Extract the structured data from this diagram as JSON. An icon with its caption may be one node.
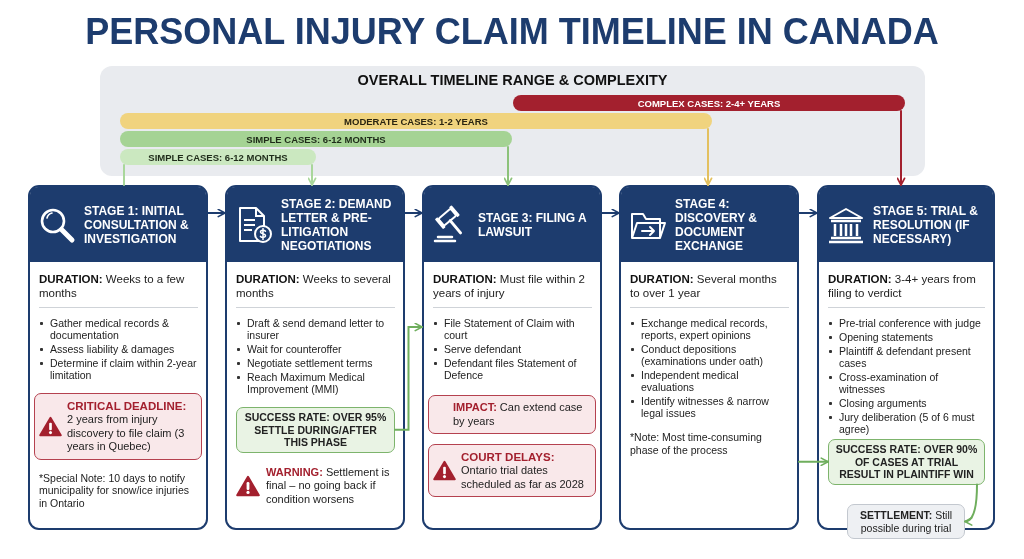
{
  "diagram": {
    "title": "PERSONAL INJURY CLAIM TIMELINE IN CANADA",
    "nodes": [
      {
        "text": [
          "OVERALL TIMELINE RANGE & COMPLEXITY"
        ]
      },
      {
        "text": [
          "SIMPLE CASES: 6-12 MONTHS"
        ],
        "in": 0
      },
      {
        "text": [
          "COMPLEX CASES: 2-4+ YEARS"
        ],
        "in": 0
      },
      {
        "text": [
          "MODERATE CASES: 1-2 YEARS"
        ],
        "in": 0
      },
      {
        "text": [
          "SIMPLE CASES: 6-12 MONTHS"
        ],
        "in": 0
      },
      {
        "text": [
          "STAGE 1: INITIAL CONSULTATION & INVESTIGATION",
          "**DURATION:** Weeks to a few months",
          "Gather medical records & documentation",
          "Assess liability & damages",
          "Determine if claim within 2-year limitation",
          "*Special Note: 10 days to notify municipality for snow/ice injuries in Ontario"
        ]
      },
      {
        "text": [
          "CRITICAL DEADLINE:",
          "2 years from injury discovery to file claim (3 years in Quebec)"
        ],
        "in": 5
      },
      {
        "text": [
          "STAGE 2: DEMAND LETTER & PRE-LITIGATION NEGOTIATIONS",
          "**DURATION:** Weeks to several months",
          "Draft & send demand letter to insurer",
          "Wait for counteroffer",
          "Negotiate settlement terms",
          "Reach Maximum Medical Improvement (MMI)",
          "**WARNING:** Settlement is final – no going back if condition worsens"
        ]
      },
      {
        "text": [
          "SUCCESS RATE: OVER 95% SETTLE DURING/AFTER THIS PHASE"
        ],
        "in": 7
      },
      {
        "text": [
          "STAGE 3: FILING A LAWSUIT",
          "**DURATION:** Must file within 2 years of injury",
          "File Statement of Claim with court",
          "Serve defendant",
          "Defendant files Statement of Defence"
        ]
      },
      {
        "text": [
          "**IMPACT:** Can extend case by years"
        ],
        "in": 9
      },
      {
        "text": [
          "COURT DELAYS:",
          "Ontario trial dates scheduled as far as 2028"
        ],
        "in": 9
      },
      {
        "text": [
          "STAGE 4: DISCOVERY & DOCUMENT EXCHANGE",
          "**DURATION:** Several months to over 1 year",
          "Exchange medical records, reports, expert opinions",
          "Conduct depositions (examinations under oath)",
          "Independent medical evaluations",
          "Identify witnesses & narrow legal issues",
          "*Note: Most time-consuming phase of the process"
        ]
      },
      {
        "text": [
          "STAGE 5: TRIAL & RESOLUTION (IF NECESSARY)",
          "**DURATION:** 3-4+ years from filing to verdict",
          "Pre-trial conference with judge",
          "Opening statements",
          "Plaintiff & defendant present cases",
          "Cross-examination of witnesses",
          "Closing arguments",
          "Jury deliberation (5 of 6 must agree)"
        ]
      },
      {
        "text": [
          "SUCCESS RATE: OVER 90% OF CASES AT TRIAL RESULT IN PLAINTIFF WIN"
        ],
        "in": 13
      },
      {
        "text": [
          "**SETTLEMENT:** Still possible during trial"
        ]
      }
    ],
    "edges": [
      {
        "from": 4,
        "to": 5,
        "arrow": "none",
        "color": "#a9d79b"
      },
      {
        "from": 4,
        "to": 7,
        "arrow": "to",
        "color": "#a9d79b"
      },
      {
        "from": 1,
        "to": 9,
        "arrow": "to",
        "color": "#8cc27a"
      },
      {
        "from": 3,
        "to": 12,
        "arrow": "to",
        "color": "#e3c05f"
      },
      {
        "from": 2,
        "to": 13,
        "arrow": "to",
        "color": "#a3202e"
      },
      {
        "from": 5,
        "to": 7,
        "arrow": "to"
      },
      {
        "from": 7,
        "to": 9,
        "arrow": "to"
      },
      {
        "from": 9,
        "to": 12,
        "arrow": "to"
      },
      {
        "from": 12,
        "to": 13,
        "arrow": "to"
      },
      {
        "from": 8,
        "to": 9,
        "arrow": "to",
        "color": "#6fae5d"
      },
      {
        "from": 12,
        "to": 14,
        "arrow": "to",
        "color": "#6fae5d"
      },
      {
        "from": 14,
        "to": 15,
        "arrow": "to",
        "color": "#6fae5d"
      }
    ]
  }
}
